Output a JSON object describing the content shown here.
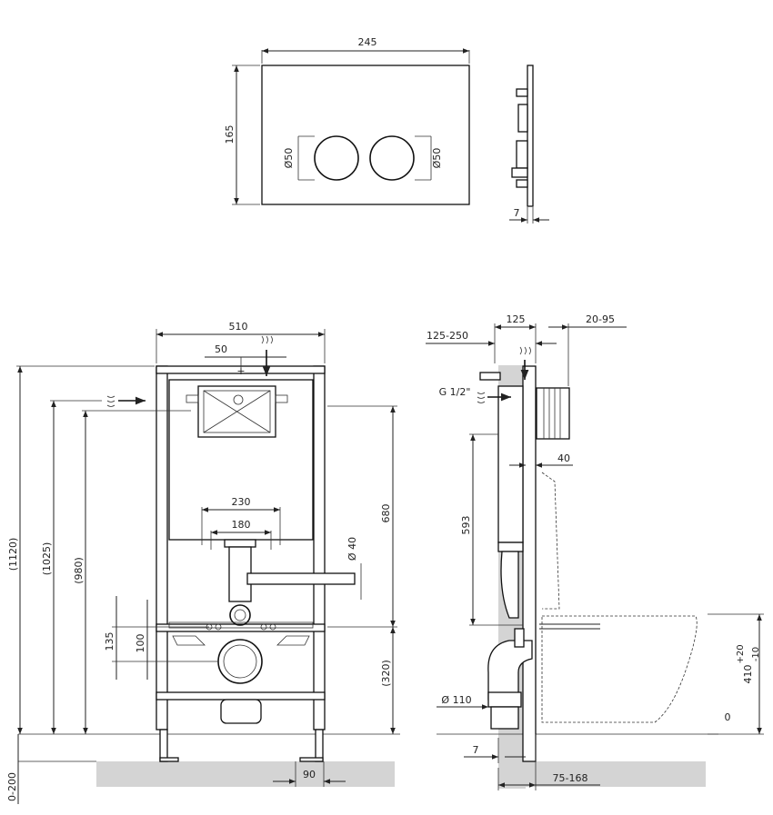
{
  "flush_plate": {
    "width": "245",
    "height": "165",
    "button_left_dia": "Ø50",
    "button_right_dia": "Ø50",
    "side_thickness": "7"
  },
  "front_view": {
    "frame_width": "510",
    "water_inlet_offset": "50",
    "outlet_spacing_outer": "230",
    "outlet_spacing_inner": "180",
    "drain_pipe_dia": "Ø 40",
    "cistern_height": "680",
    "total_height": "(1120)",
    "inlet_height": "(1025)",
    "plate_height": "(980)",
    "fixing_height_a": "135",
    "fixing_height_b": "100",
    "outlet_height": "(320)",
    "leg_adjust": "0-200",
    "foot_width": "90"
  },
  "side_view": {
    "depth": "125",
    "wall_gap": "20-95",
    "supply_range": "125-250",
    "thread": "G 1/2\"",
    "offset_40": "40",
    "flush_height": "593",
    "bowl_height": "410",
    "bowl_tol_plus": "+20",
    "bowl_tol_minus": "-10",
    "floor_zero": "0",
    "outlet_dia": "Ø 110",
    "pipe_offset": "7",
    "foot_range": "75-168"
  }
}
